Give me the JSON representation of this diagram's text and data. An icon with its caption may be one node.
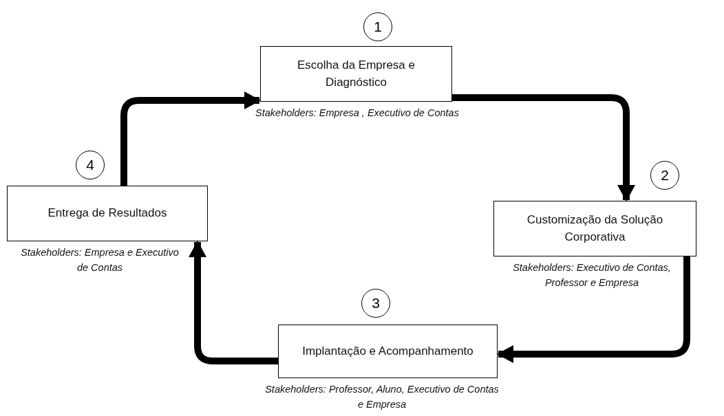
{
  "diagram": {
    "nodes": [
      {
        "text": [
          "1"
        ]
      },
      {
        "text": [
          "Escolha da Empresa e Diagnóstico"
        ],
        "beside": [
          "Stakeholders: Empresa , Executivo de Contas"
        ]
      },
      {
        "text": [
          "2"
        ]
      },
      {
        "text": [
          "Customização da Solução Corporativa"
        ],
        "beside": [
          "Stakeholders: Executivo de Contas, Professor e Empresa"
        ]
      },
      {
        "text": [
          "4"
        ]
      },
      {
        "text": [
          "Entrega de Resultados"
        ],
        "beside": [
          "Stakeholders: Empresa e Executivo de Contas"
        ]
      },
      {
        "text": [
          "3"
        ]
      },
      {
        "text": [
          "Implantação e Acompanhamento"
        ],
        "beside": [
          "Stakeholders: Professor, Aluno, Executivo de Contas  e Empresa"
        ]
      }
    ],
    "edges": [
      {
        "from": 1,
        "to": 3,
        "arrow": "to"
      },
      {
        "from": 3,
        "to": 7,
        "arrow": "to"
      },
      {
        "from": 7,
        "to": 5,
        "arrow": "to"
      },
      {
        "from": 5,
        "to": 1,
        "arrow": "to"
      }
    ]
  }
}
